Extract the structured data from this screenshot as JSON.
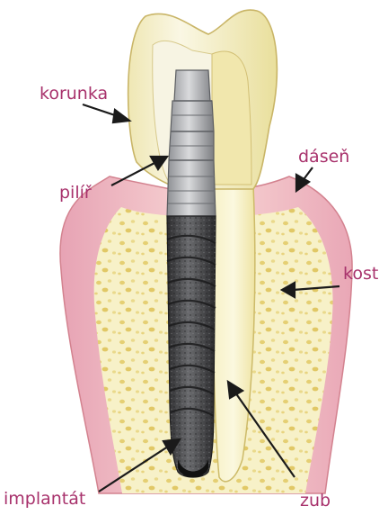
{
  "labels": {
    "crown": "korunka",
    "abutment": "pilíř",
    "gum": "dáseň",
    "bone": "kost",
    "implant": "implantát",
    "tooth": "zub"
  },
  "colors": {
    "label": "#a8326c",
    "arrow": "#1a1a1a",
    "gum": "#f3b9c3",
    "bone": "#f5eebd",
    "crown": "#f4efc9",
    "implant": "#4a4a4a"
  }
}
